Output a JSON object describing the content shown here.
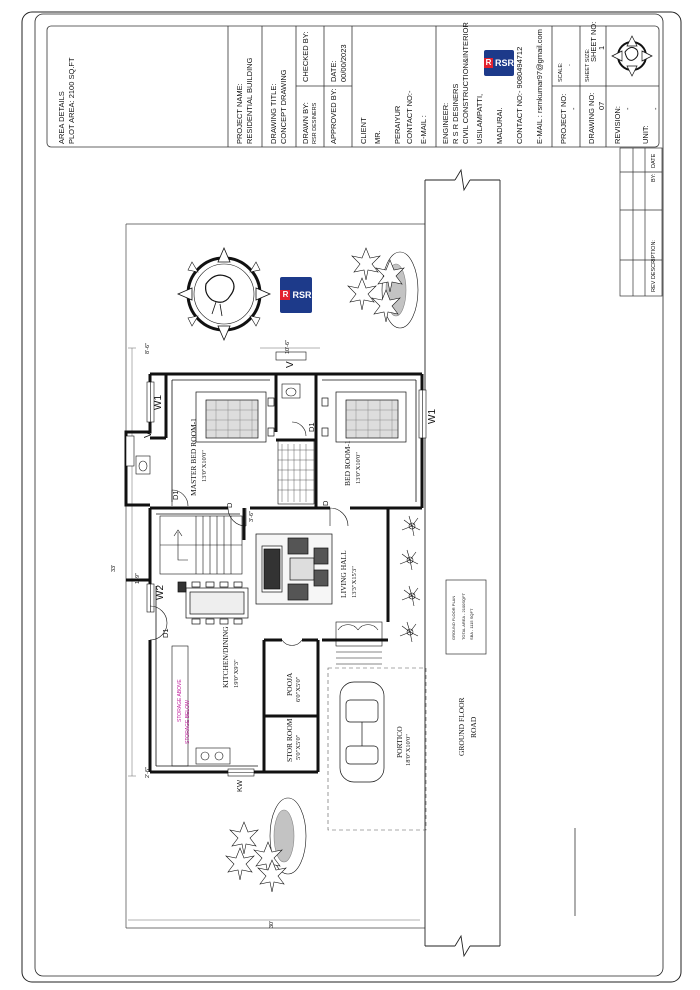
{
  "title_block": {
    "area_details_label": "AREA DETAILS",
    "plot_area": "PLOT AREA: 2100 SQ.FT",
    "project_name_label": "PROJECT NAME:",
    "project_name_value": "RESIDENTIAL BUILDING",
    "drawing_title_label": "DRAWING TITLE:",
    "drawing_title_value": "CONCEPT DRAWING",
    "drawn_by_label": "DRAWN BY:",
    "drawn_by_value": "RSR DESINERS",
    "checked_by_label": "CHECKED BY:",
    "approved_by_label": "APPROVED BY:",
    "date_label": "DATE:",
    "date_value": "00/00/2023",
    "client_label": "CLIENT",
    "client_name": "MR.",
    "client_place": "PERAIYUR",
    "client_contact": "CONTACT NO:-",
    "client_email": "E-MAIL :",
    "engineer_label": "ENGINEER:",
    "engineer_firm": "R S R DESINERS",
    "engineer_role": "CIVIL CONSTRUCTION&INTERIOR",
    "engineer_addr1": "USILAMPATTI,",
    "engineer_addr2": "MADURAI.",
    "engineer_contact": "CONTACT NO:- 9080494712",
    "engineer_email": "E-MAIL : rsrnkumar97@gmail.com",
    "project_no_label": "PROJECT NO:",
    "project_no_value": "-",
    "scale_label": "SCALE:",
    "scale_value": "-",
    "sheet_size_label": "SHEET SIZE:",
    "sheet_no_label": "SHEET NO:",
    "sheet_no_value": "1",
    "drawing_no_label": "DRAWING NO:",
    "drawing_no_value": "07",
    "revision_label": "REVISION:",
    "revision_value": "-",
    "unit_label": "UNIT:",
    "unit_value": "-",
    "logo_text": "RSR"
  },
  "revision_table": {
    "rev_description_label": "REV DESCRIPTION:",
    "by_label": "BY:",
    "date_label": "DATE"
  },
  "plan": {
    "rooms": {
      "master_bedroom_name": "MASTER BED ROOM-1",
      "master_bedroom_size": "13'0\"X10'0\"",
      "bedroom_name": "BED ROOM-1",
      "bedroom_size": "13'0\"X10'0\"",
      "living_name": "LIVING HALL",
      "living_size": "13'3\"X15'3\"",
      "kitchen_name": "KITCHEN/DINING",
      "kitchen_size": "19'0\"X9'3\"",
      "pooja_name": "POOJA",
      "pooja_size": "6'0\"X5'0\"",
      "store_name": "STOR ROOM",
      "store_size": "5'0\"X5'0\"",
      "portico_name": "PORTICO",
      "portico_size": "18'0\"X10'0\"",
      "road_line1": "GROUND FLOOR",
      "road_line2": "ROAD"
    },
    "marks": {
      "w1": "W1",
      "w2": "W2",
      "v": "V",
      "d": "D",
      "d1": "D1",
      "kw": "KW"
    },
    "pink_note1": "STORAGE ABOVE",
    "pink_note2": "STORAGE BELOW",
    "note_box": {
      "line1": "GROUND FLOOR PLAN",
      "line2": "TOTAL AREA - 2100SQFT",
      "line3": "SBA - 1115 SQFT"
    },
    "dims": {
      "dim_2_6": "2'-6\"",
      "dim_3_6": "3'-6\"",
      "dim_8_6": "8'-6\"",
      "dim_10_6": "10'-6\"",
      "dim_1_9": "1'-9\"",
      "dim_33": "33'",
      "dim_30": "30'"
    }
  }
}
